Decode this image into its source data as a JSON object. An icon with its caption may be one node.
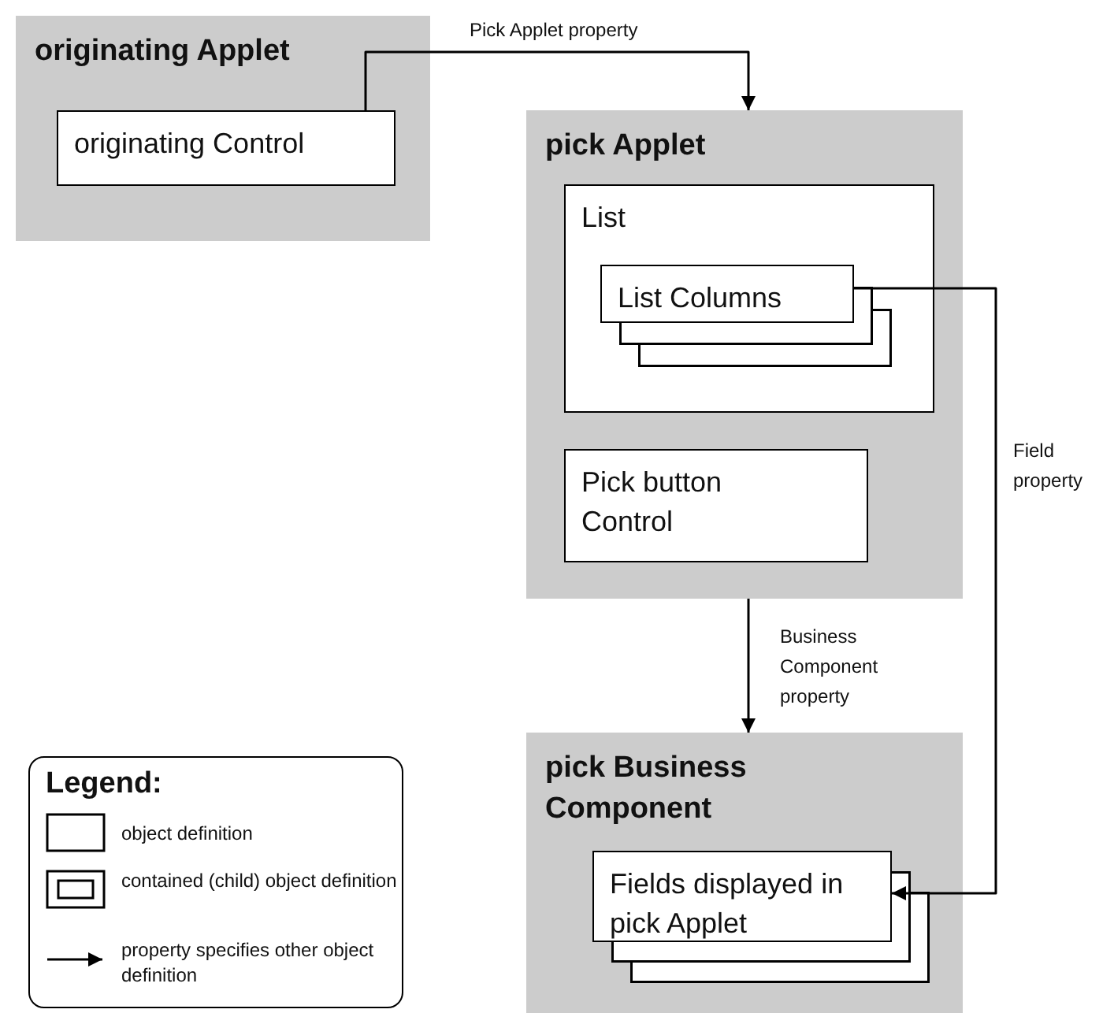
{
  "diagram": {
    "nodes": [
      {
        "text": [
          "originating Applet"
        ]
      },
      {
        "text": [
          "originating Control"
        ],
        "in": 0
      },
      {
        "text": [
          "pick Applet"
        ]
      },
      {
        "text": [
          "List"
        ],
        "in": 2
      },
      {
        "text": [
          "List Columns"
        ],
        "in": 3
      },
      {
        "text": [
          "Pick button Control"
        ],
        "in": 2
      },
      {
        "text": [
          "pick Business Component"
        ]
      },
      {
        "text": [
          "Fields displayed in pick Applet"
        ],
        "in": 6
      }
    ],
    "edges": [
      {
        "from": 1,
        "to": 2,
        "arrow": "to",
        "label": "Pick Applet property"
      },
      {
        "from": 2,
        "to": 6,
        "arrow": "to",
        "label": "Business Component property"
      },
      {
        "from": 4,
        "to": 7,
        "arrow": "to",
        "label": "Field property"
      }
    ],
    "labels": [
      "Legend:"
    ],
    "legend": [
      {
        "text": "object definition"
      },
      {
        "text": "contained (child) object definition"
      },
      {
        "text": "property specifies other object definition"
      }
    ]
  }
}
